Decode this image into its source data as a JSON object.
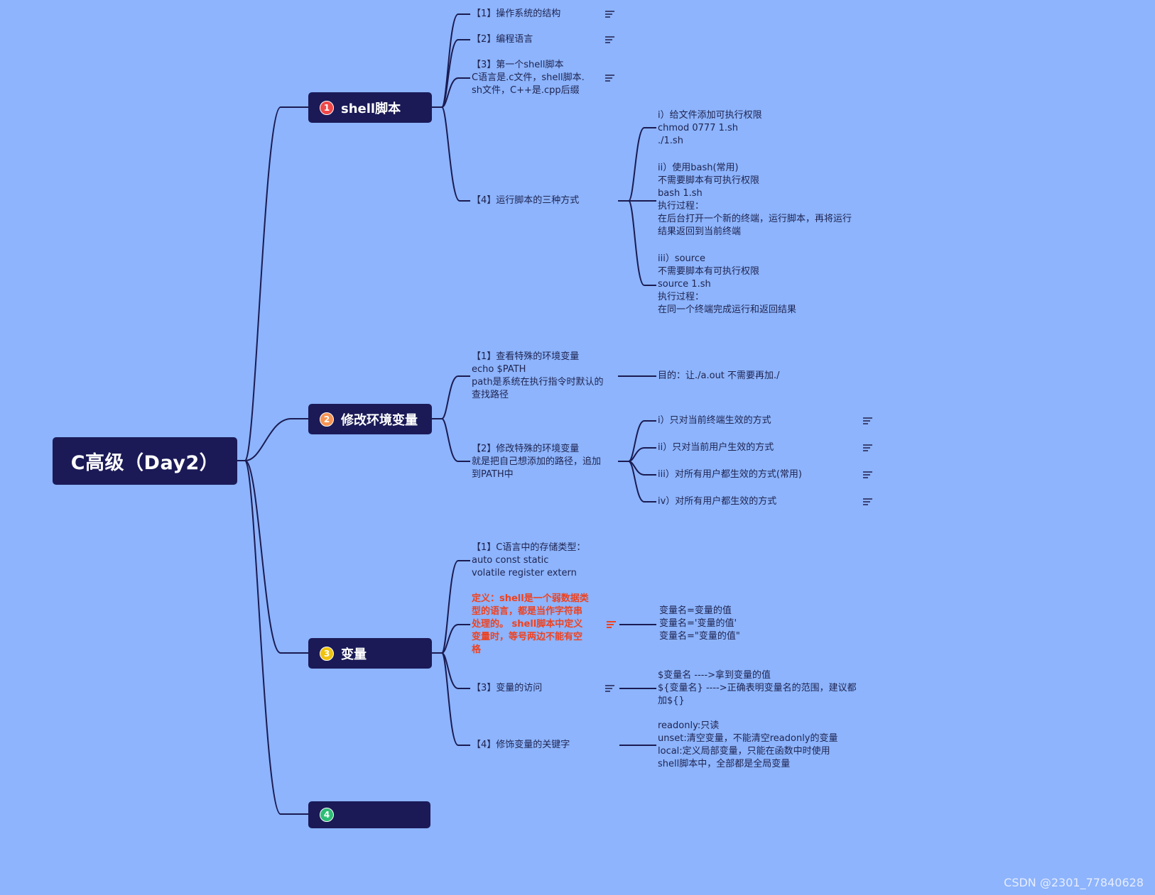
{
  "root": {
    "title": "C高级（Day2）"
  },
  "branches": [
    {
      "num": "1",
      "label": "shell脚本",
      "color": "#f04848"
    },
    {
      "num": "2",
      "label": "修改环境变量",
      "color": "#f79454"
    },
    {
      "num": "3",
      "label": "变量",
      "color": "#f0c30f"
    },
    {
      "num": "4",
      "label": "",
      "color": "#2ebd76"
    }
  ],
  "b1": {
    "c1": [
      "【1】操作系统的结构"
    ],
    "c2": [
      "【2】编程语言"
    ],
    "c3": [
      "【3】第一个shell脚本",
      "C语言是.c文件，shell脚本.",
      "sh文件，C++是.cpp后缀"
    ],
    "c4": [
      "【4】运行脚本的三种方式"
    ],
    "g1": [
      "i）给文件添加可执行权限",
      "chmod 0777 1.sh",
      "./1.sh"
    ],
    "g2": [
      "ii）使用bash(常用)",
      "不需要脚本有可执行权限",
      "bash 1.sh",
      "执行过程：",
      "在后台打开一个新的终端，运行脚本，再将运行",
      "结果返回到当前终端"
    ],
    "g3": [
      "iii）source",
      "不需要脚本有可执行权限",
      "source 1.sh",
      "执行过程：",
      "在同一个终端完成运行和返回结果"
    ]
  },
  "b2": {
    "c1": [
      "【1】查看特殊的环境变量",
      "echo $PATH",
      "path是系统在执行指令时默认的",
      "查找路径"
    ],
    "c1g": [
      "目的：让./a.out 不需要再加./"
    ],
    "c2": [
      "【2】修改特殊的环境变量",
      "就是把自己想添加的路径，追加",
      "到PATH中"
    ],
    "g1": [
      "i）只对当前终端生效的方式"
    ],
    "g2": [
      "ii）只对当前用户生效的方式"
    ],
    "g3": [
      "iii）对所有用户都生效的方式(常用)"
    ],
    "g4": [
      "iv）对所有用户都生效的方式"
    ]
  },
  "b3": {
    "c1": [
      "【1】C语言中的存储类型：",
      "auto    const   static",
      "volatile   register    extern"
    ],
    "c2": [
      "定义：shell是一个弱数据类",
      "型的语言，都是当作字符串",
      "处理的。  shell脚本中定义",
      "变量时，等号两边不能有空",
      "格"
    ],
    "c2g": [
      "变量名=变量的值",
      "变量名='变量的值'",
      "变量名=\"变量的值\""
    ],
    "c3": [
      "【3】变量的访问"
    ],
    "c3g": [
      "$变量名  ---->拿到变量的值",
      "${变量名}  ---->正确表明变量名的范围，建议都",
      "加${}"
    ],
    "c4": [
      "【4】修饰变量的关键字"
    ],
    "c4g": [
      "readonly:只读",
      "unset:清空变量，不能清空readonly的变量",
      "local:定义局部变量，只能在函数中时使用",
      "shell脚本中，全部都是全局变量"
    ]
  },
  "watermark": "CSDN @2301_77840628",
  "colors": {
    "background": "#8db4fc",
    "node": "#1b1a57",
    "line": "#1b1b52",
    "highlight": "#f0411e"
  }
}
